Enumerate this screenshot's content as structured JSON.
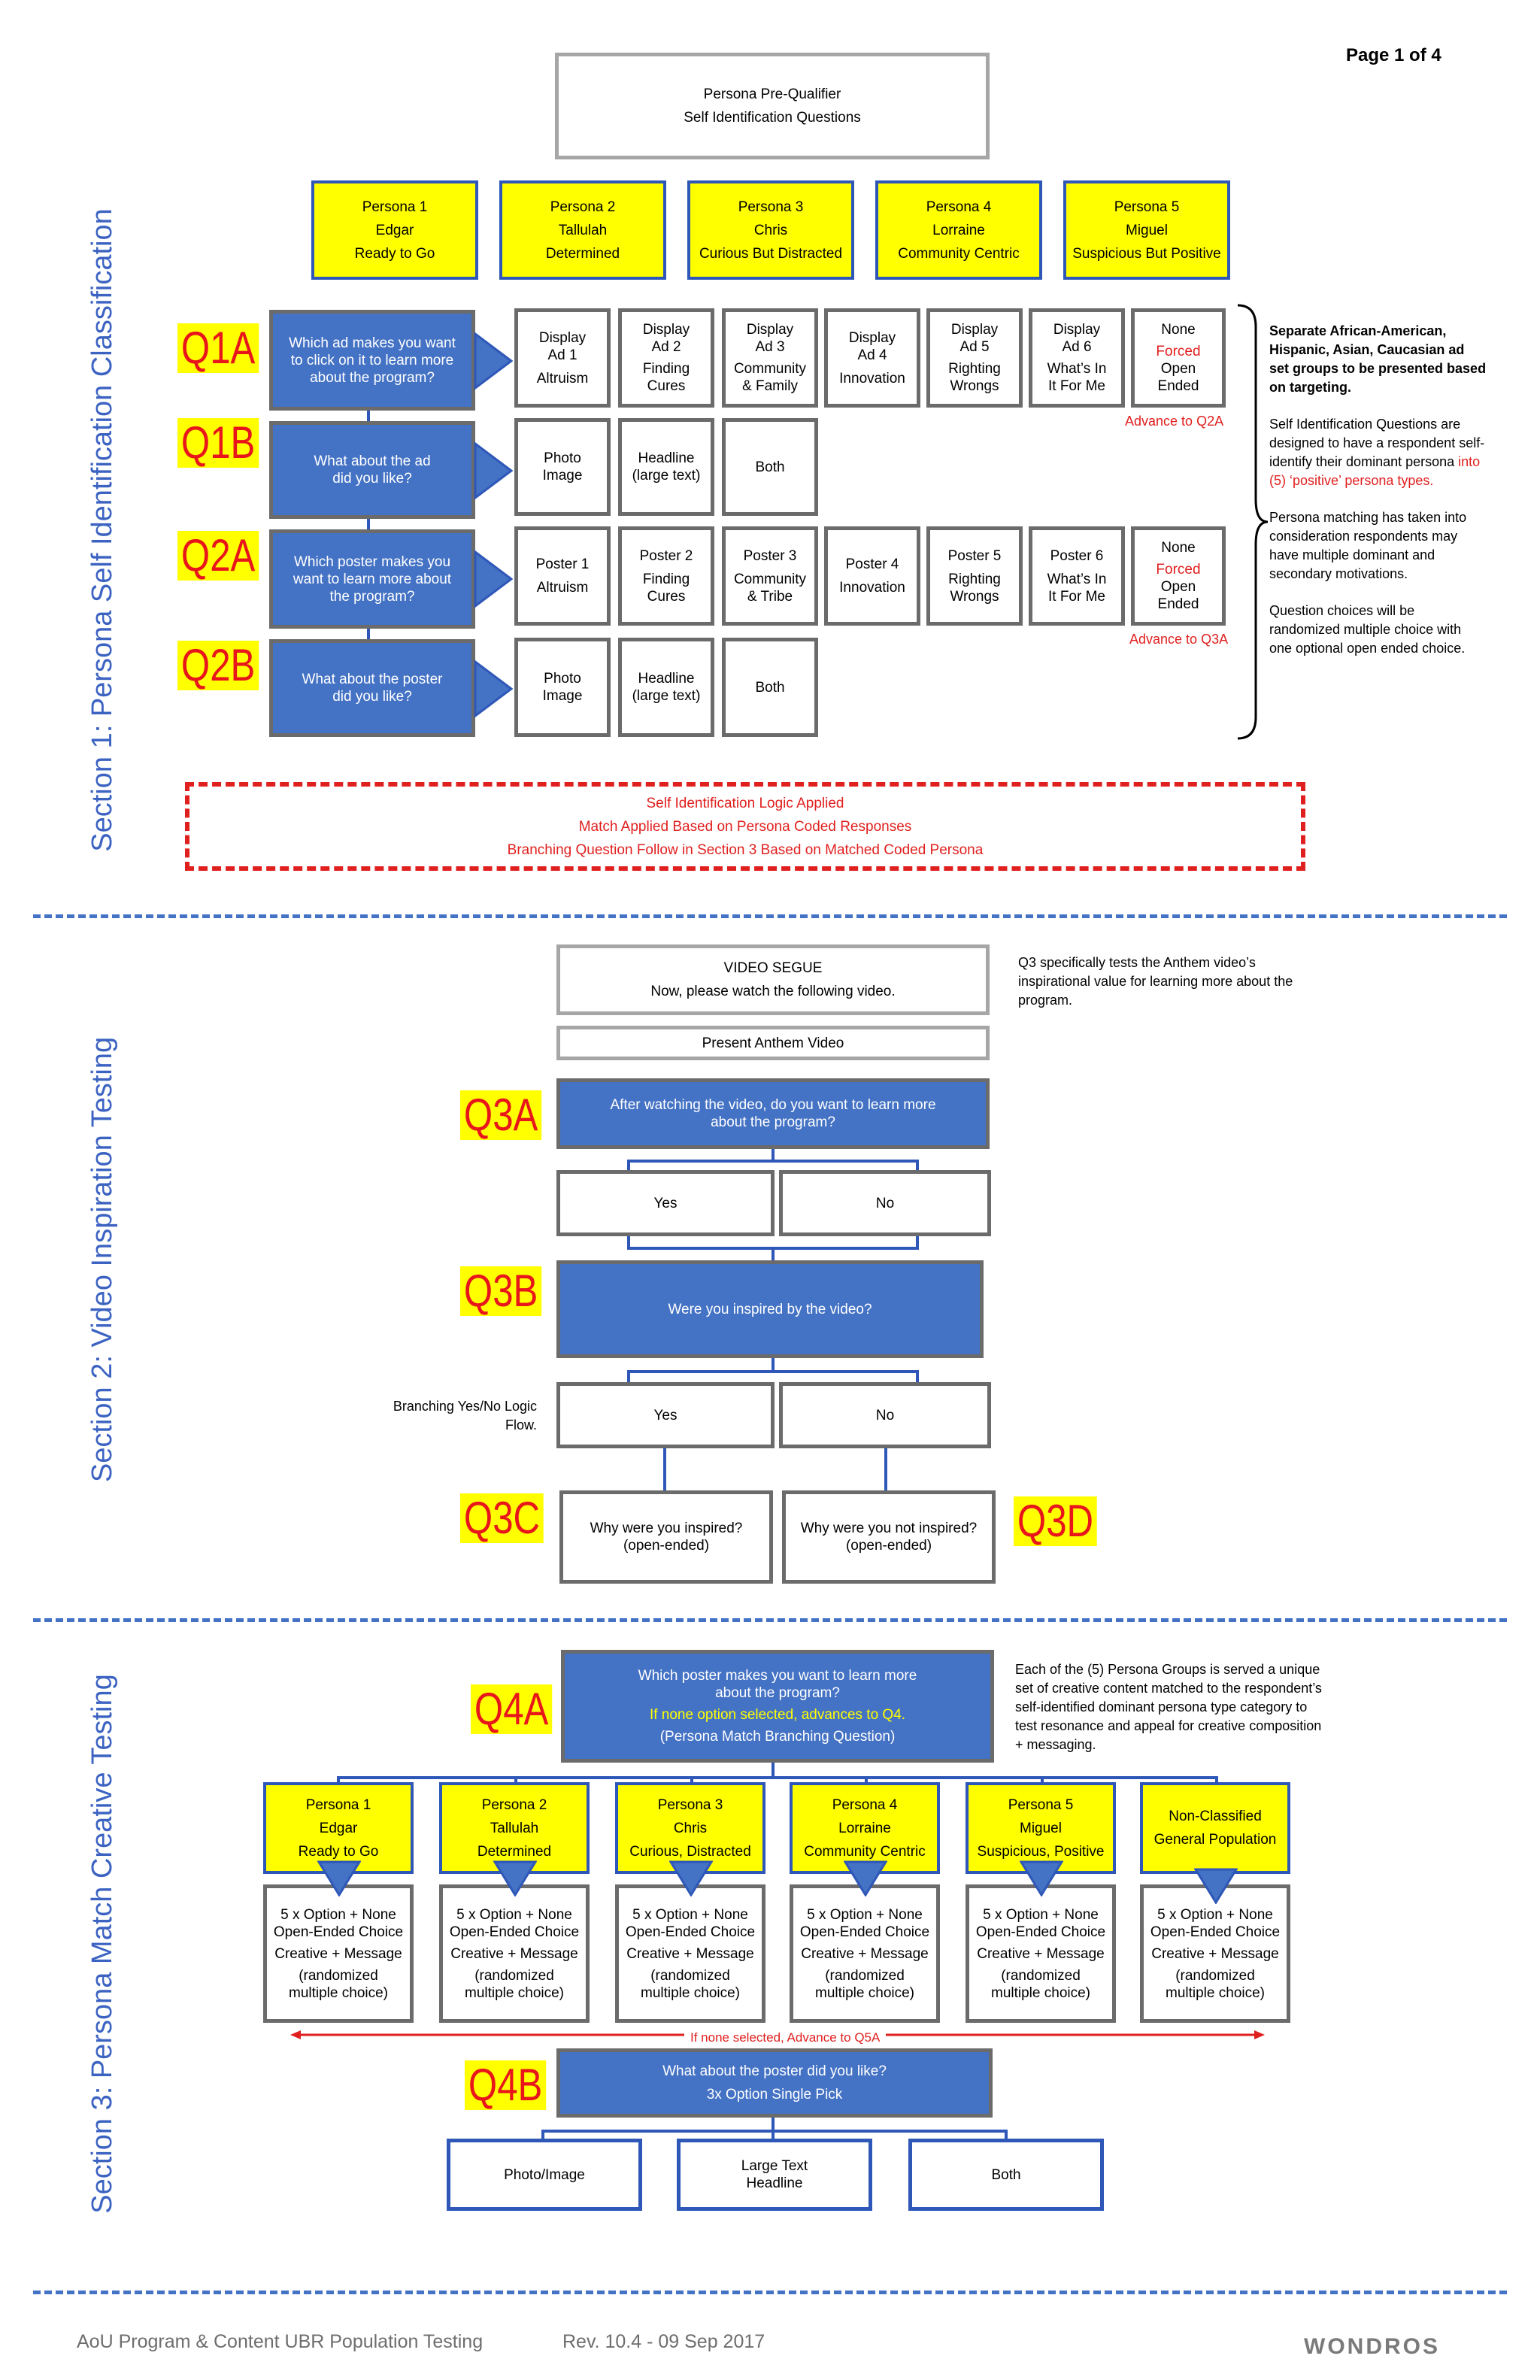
{
  "page_label": "Page 1 of 4",
  "header_box": {
    "line1": "Persona  Pre-Qualifier",
    "line2": "Self Identification Questions"
  },
  "section_titles": {
    "s1": "Section 1: Persona Self Identification Classification",
    "s2": "Section 2: Video Inspiration Testing",
    "s3": "Section 3: Persona Match Creative Testing"
  },
  "personas_top": [
    {
      "l1": "Persona 1",
      "l2": "Edgar",
      "l3": "Ready to Go"
    },
    {
      "l1": "Persona 2",
      "l2": "Tallulah",
      "l3": "Determined"
    },
    {
      "l1": "Persona 3",
      "l2": "Chris",
      "l3": "Curious But Distracted"
    },
    {
      "l1": "Persona 4",
      "l2": "Lorraine",
      "l3": "Community Centric"
    },
    {
      "l1": "Persona 5",
      "l2": "Miguel",
      "l3": "Suspicious But Positive"
    }
  ],
  "q1a": {
    "label": "Q1A",
    "question": [
      "Which ad makes you want",
      "to click on it to learn more",
      "about the program?"
    ],
    "options": [
      [
        "Display",
        "Ad 1",
        "",
        "Altruism"
      ],
      [
        "Display",
        "Ad 2",
        "Finding",
        "Cures"
      ],
      [
        "Display",
        "Ad 3",
        "Community",
        "& Family"
      ],
      [
        "Display",
        "Ad 4",
        "",
        "Innovation"
      ],
      [
        "Display",
        "Ad 5",
        "Righting",
        "Wrongs"
      ],
      [
        "Display",
        "Ad 6",
        "What’s In",
        "It For Me"
      ]
    ],
    "none": {
      "l1": "None",
      "forced": "Forced",
      "l3": "Open",
      "l4": "Ended"
    },
    "advance": "Advance to Q2A"
  },
  "q1b": {
    "label": "Q1B",
    "question": [
      "What about the ad",
      "did you like?"
    ],
    "options": [
      [
        "Photo",
        "Image"
      ],
      [
        "Headline",
        "(large text)"
      ],
      [
        "Both"
      ]
    ]
  },
  "q2a": {
    "label": "Q2A",
    "question": [
      "Which poster makes you",
      "want to learn more about",
      "the program?"
    ],
    "options": [
      [
        "Poster 1",
        "Altruism"
      ],
      [
        "Poster 2",
        "Finding",
        "Cures"
      ],
      [
        "Poster 3",
        "Community",
        "& Tribe"
      ],
      [
        "Poster 4",
        "Innovation"
      ],
      [
        "Poster 5",
        "Righting",
        "Wrongs"
      ],
      [
        "Poster 6",
        "What’s In",
        "It For Me"
      ]
    ],
    "none": {
      "l1": "None",
      "forced": "Forced",
      "l3": "Open",
      "l4": "Ended"
    },
    "advance": "Advance to Q3A"
  },
  "q2b": {
    "label": "Q2B",
    "question": [
      "What about the poster",
      "did you like?"
    ],
    "options": [
      [
        "Photo",
        "Image"
      ],
      [
        "Headline",
        "(large text)"
      ],
      [
        "Both"
      ]
    ]
  },
  "side_note_1": {
    "p1": "Separate African-American, Hispanic, Asian, Caucasian ad set groups to be presented based on targeting.",
    "p2a": "Self Identification Questions are designed to have a respondent self- identify their dominant persona ",
    "p2b": "into (5) ‘positive’ persona types.",
    "p3": "Persona matching has taken into consideration respondents may have multiple dominant and secondary motivations.",
    "p4": "Question choices will be randomized multiple choice with one optional open ended choice."
  },
  "logic_box": [
    "Self Identification Logic Applied",
    "Match Applied Based on Persona Coded Responses",
    "Branching Question Follow in Section 3 Based on Matched Coded Persona"
  ],
  "video_segue": {
    "l1": "VIDEO SEGUE",
    "l2": "Now, please watch the following video."
  },
  "present_video": "Present Anthem Video",
  "q3_note": "Q3 specifically tests the Anthem video’s inspirational value for learning more about the program.",
  "q3a": {
    "label": "Q3A",
    "question": [
      "After watching the video, do you want to learn more",
      "about the program?"
    ],
    "yes": "Yes",
    "no": "No"
  },
  "q3b": {
    "label": "Q3B",
    "question": "Were you inspired by the video?",
    "yes": "Yes",
    "no": "No"
  },
  "branching_note": [
    "Branching Yes/No Logic",
    "Flow."
  ],
  "q3c": {
    "label": "Q3C",
    "text": [
      "Why were you inspired?",
      "(open-ended)"
    ]
  },
  "q3d": {
    "label": "Q3D",
    "text": [
      "Why were you not inspired?",
      "(open-ended)"
    ]
  },
  "q4a": {
    "label": "Q4A",
    "lines": [
      "Which poster makes you want to learn more",
      "about the program?"
    ],
    "yellow_line": "If none option selected, advances to Q4.",
    "last_line": "(Persona Match Branching Question)"
  },
  "q4a_note": "Each of the (5) Persona Groups is served a unique set of creative content matched to the respondent’s self-identified dominant persona type category to test resonance and appeal for creative composition + messaging.",
  "personas_bottom": [
    {
      "l1": "Persona 1",
      "l2": "Edgar",
      "l3": "Ready to Go"
    },
    {
      "l1": "Persona 2",
      "l2": "Tallulah",
      "l3": "Determined"
    },
    {
      "l1": "Persona 3",
      "l2": "Chris",
      "l3": "Curious, Distracted"
    },
    {
      "l1": "Persona 4",
      "l2": "Lorraine",
      "l3": "Community Centric"
    },
    {
      "l1": "Persona 5",
      "l2": "Miguel",
      "l3": "Suspicious, Positive"
    },
    {
      "l1": "Non-Classified",
      "l2": "General Population",
      "l3": ""
    }
  ],
  "option_box": [
    "5 x Option + None",
    "Open-Ended Choice",
    "Creative + Message",
    "(randomized",
    "multiple choice)"
  ],
  "q5a_note": "If none selected, Advance to Q5A",
  "q4b": {
    "label": "Q4B",
    "lines": [
      "What about the poster did you like?",
      "3x Option Single Pick"
    ],
    "options": [
      [
        "Photo/Image"
      ],
      [
        "Large Text",
        "Headline"
      ],
      [
        "Both"
      ]
    ]
  },
  "footer": {
    "left": "AoU Program & Content UBR Population Testing",
    "rev": "Rev. 10.4 -  09 Sep 2017",
    "brand": "WONDROS"
  },
  "colors": {
    "blue": "#4472c4",
    "yellow": "#ffff00",
    "red": "#e0201f",
    "grey_border": "#6b6b6b"
  }
}
